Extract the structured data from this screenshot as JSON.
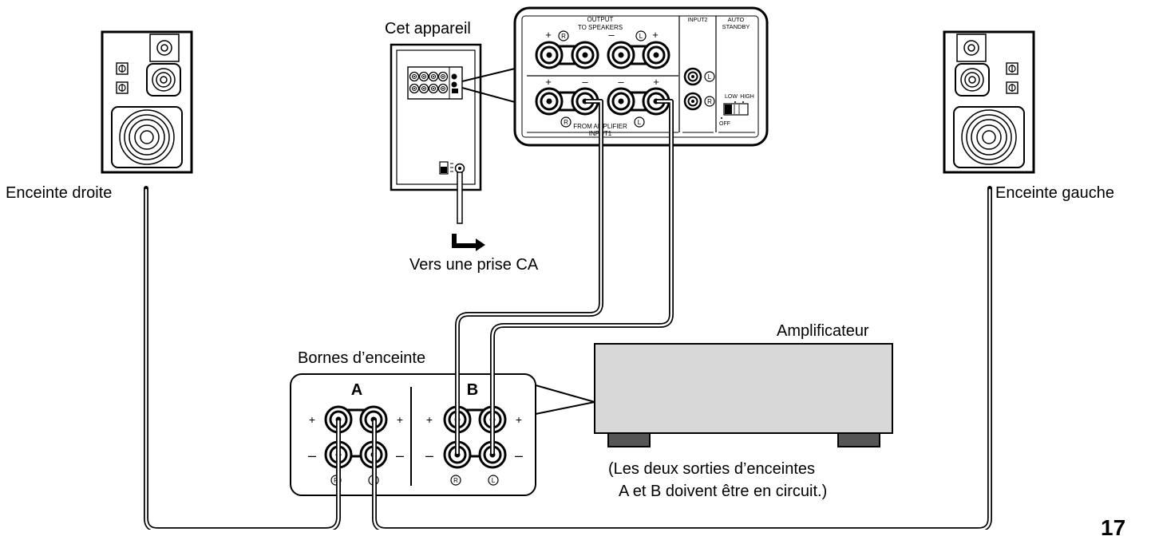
{
  "labels": {
    "device": "Cet appareil",
    "right_speaker": "Enceinte droite",
    "left_speaker": "Enceinte gauche",
    "ac_outlet": "Vers une prise CA",
    "amplifier": "Amplificateur",
    "speaker_terminals": "Bornes d’enceinte",
    "note_line1": "(Les deux sorties d’enceintes",
    "note_line2": "A et B doivent être en circuit.)",
    "page_number": "17"
  },
  "rear_panel": {
    "output_title": "OUTPUT",
    "to_speakers": "TO SPEAKERS",
    "from_amplifier": "FROM AMPLIFIER",
    "input1": "INPUT1",
    "input2": "INPUT2",
    "auto": "AUTO",
    "standby": "STANDBY",
    "low": "LOW",
    "high": "HIGH",
    "off": "OFF",
    "plus": "+",
    "minus": "–",
    "r": "R",
    "l": "L"
  },
  "terminals": {
    "group_a": "A",
    "group_b": "B",
    "plus": "+",
    "minus": "–",
    "r": "R",
    "l": "L"
  }
}
